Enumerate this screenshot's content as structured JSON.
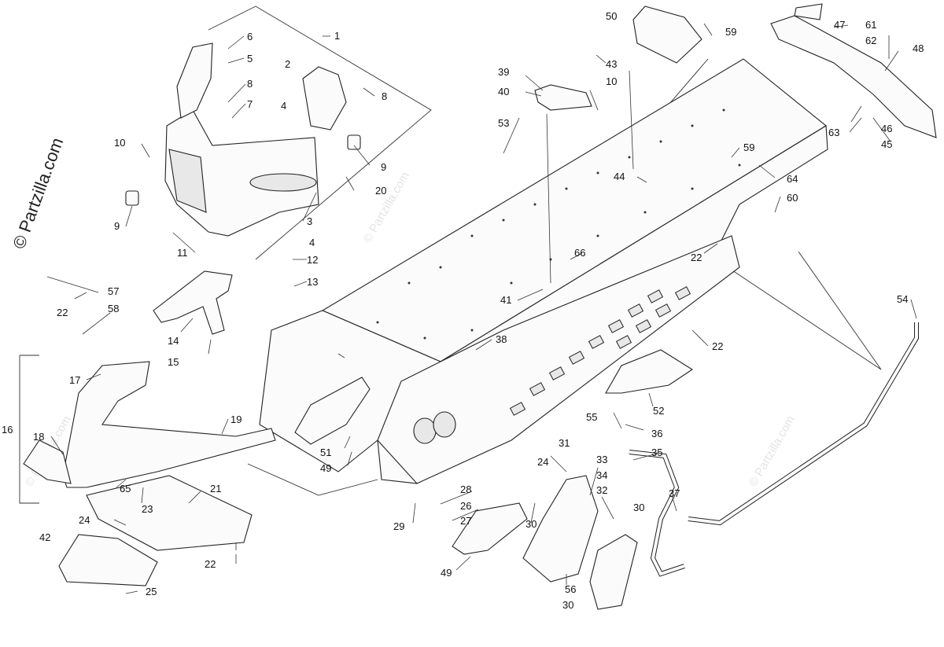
{
  "watermark": {
    "text": "© Partzilla.com",
    "faint_text": "© Partzilla.com"
  },
  "callouts": [
    {
      "id": "1",
      "label": "1"
    },
    {
      "id": "2",
      "label": "2"
    },
    {
      "id": "3",
      "label": "3"
    },
    {
      "id": "4a",
      "label": "4"
    },
    {
      "id": "4b",
      "label": "4"
    },
    {
      "id": "5",
      "label": "5"
    },
    {
      "id": "6",
      "label": "6"
    },
    {
      "id": "7",
      "label": "7"
    },
    {
      "id": "8a",
      "label": "8"
    },
    {
      "id": "8b",
      "label": "8"
    },
    {
      "id": "9a",
      "label": "9"
    },
    {
      "id": "9b",
      "label": "9"
    },
    {
      "id": "10a",
      "label": "10"
    },
    {
      "id": "10b",
      "label": "10"
    },
    {
      "id": "11",
      "label": "11"
    },
    {
      "id": "12",
      "label": "12"
    },
    {
      "id": "13",
      "label": "13"
    },
    {
      "id": "14",
      "label": "14"
    },
    {
      "id": "15",
      "label": "15"
    },
    {
      "id": "16",
      "label": "16"
    },
    {
      "id": "17",
      "label": "17"
    },
    {
      "id": "18",
      "label": "18"
    },
    {
      "id": "19",
      "label": "19"
    },
    {
      "id": "20",
      "label": "20"
    },
    {
      "id": "21",
      "label": "21"
    },
    {
      "id": "22a",
      "label": "22"
    },
    {
      "id": "22b",
      "label": "22"
    },
    {
      "id": "22c",
      "label": "22"
    },
    {
      "id": "22d",
      "label": "22"
    },
    {
      "id": "23",
      "label": "23"
    },
    {
      "id": "24a",
      "label": "24"
    },
    {
      "id": "24b",
      "label": "24"
    },
    {
      "id": "25",
      "label": "25"
    },
    {
      "id": "26",
      "label": "26"
    },
    {
      "id": "27",
      "label": "27"
    },
    {
      "id": "28",
      "label": "28"
    },
    {
      "id": "29",
      "label": "29"
    },
    {
      "id": "30a",
      "label": "30"
    },
    {
      "id": "30b",
      "label": "30"
    },
    {
      "id": "30c",
      "label": "30"
    },
    {
      "id": "31",
      "label": "31"
    },
    {
      "id": "32",
      "label": "32"
    },
    {
      "id": "33",
      "label": "33"
    },
    {
      "id": "34",
      "label": "34"
    },
    {
      "id": "35",
      "label": "35"
    },
    {
      "id": "36",
      "label": "36"
    },
    {
      "id": "37",
      "label": "37"
    },
    {
      "id": "38",
      "label": "38"
    },
    {
      "id": "39",
      "label": "39"
    },
    {
      "id": "40",
      "label": "40"
    },
    {
      "id": "41",
      "label": "41"
    },
    {
      "id": "42",
      "label": "42"
    },
    {
      "id": "43",
      "label": "43"
    },
    {
      "id": "44",
      "label": "44"
    },
    {
      "id": "45",
      "label": "45"
    },
    {
      "id": "46",
      "label": "46"
    },
    {
      "id": "47",
      "label": "47"
    },
    {
      "id": "48",
      "label": "48"
    },
    {
      "id": "49a",
      "label": "49"
    },
    {
      "id": "49b",
      "label": "49"
    },
    {
      "id": "50",
      "label": "50"
    },
    {
      "id": "51",
      "label": "51"
    },
    {
      "id": "52",
      "label": "52"
    },
    {
      "id": "53",
      "label": "53"
    },
    {
      "id": "54",
      "label": "54"
    },
    {
      "id": "55",
      "label": "55"
    },
    {
      "id": "56",
      "label": "56"
    },
    {
      "id": "57",
      "label": "57"
    },
    {
      "id": "58",
      "label": "58"
    },
    {
      "id": "59a",
      "label": "59"
    },
    {
      "id": "59b",
      "label": "59"
    },
    {
      "id": "60",
      "label": "60"
    },
    {
      "id": "61",
      "label": "61"
    },
    {
      "id": "62",
      "label": "62"
    },
    {
      "id": "63",
      "label": "63"
    },
    {
      "id": "64",
      "label": "64"
    },
    {
      "id": "65",
      "label": "65"
    },
    {
      "id": "66",
      "label": "66"
    }
  ],
  "colors": {
    "line": "#222222",
    "fill": "#fbfbfb",
    "shade": "#e8e8e8"
  }
}
